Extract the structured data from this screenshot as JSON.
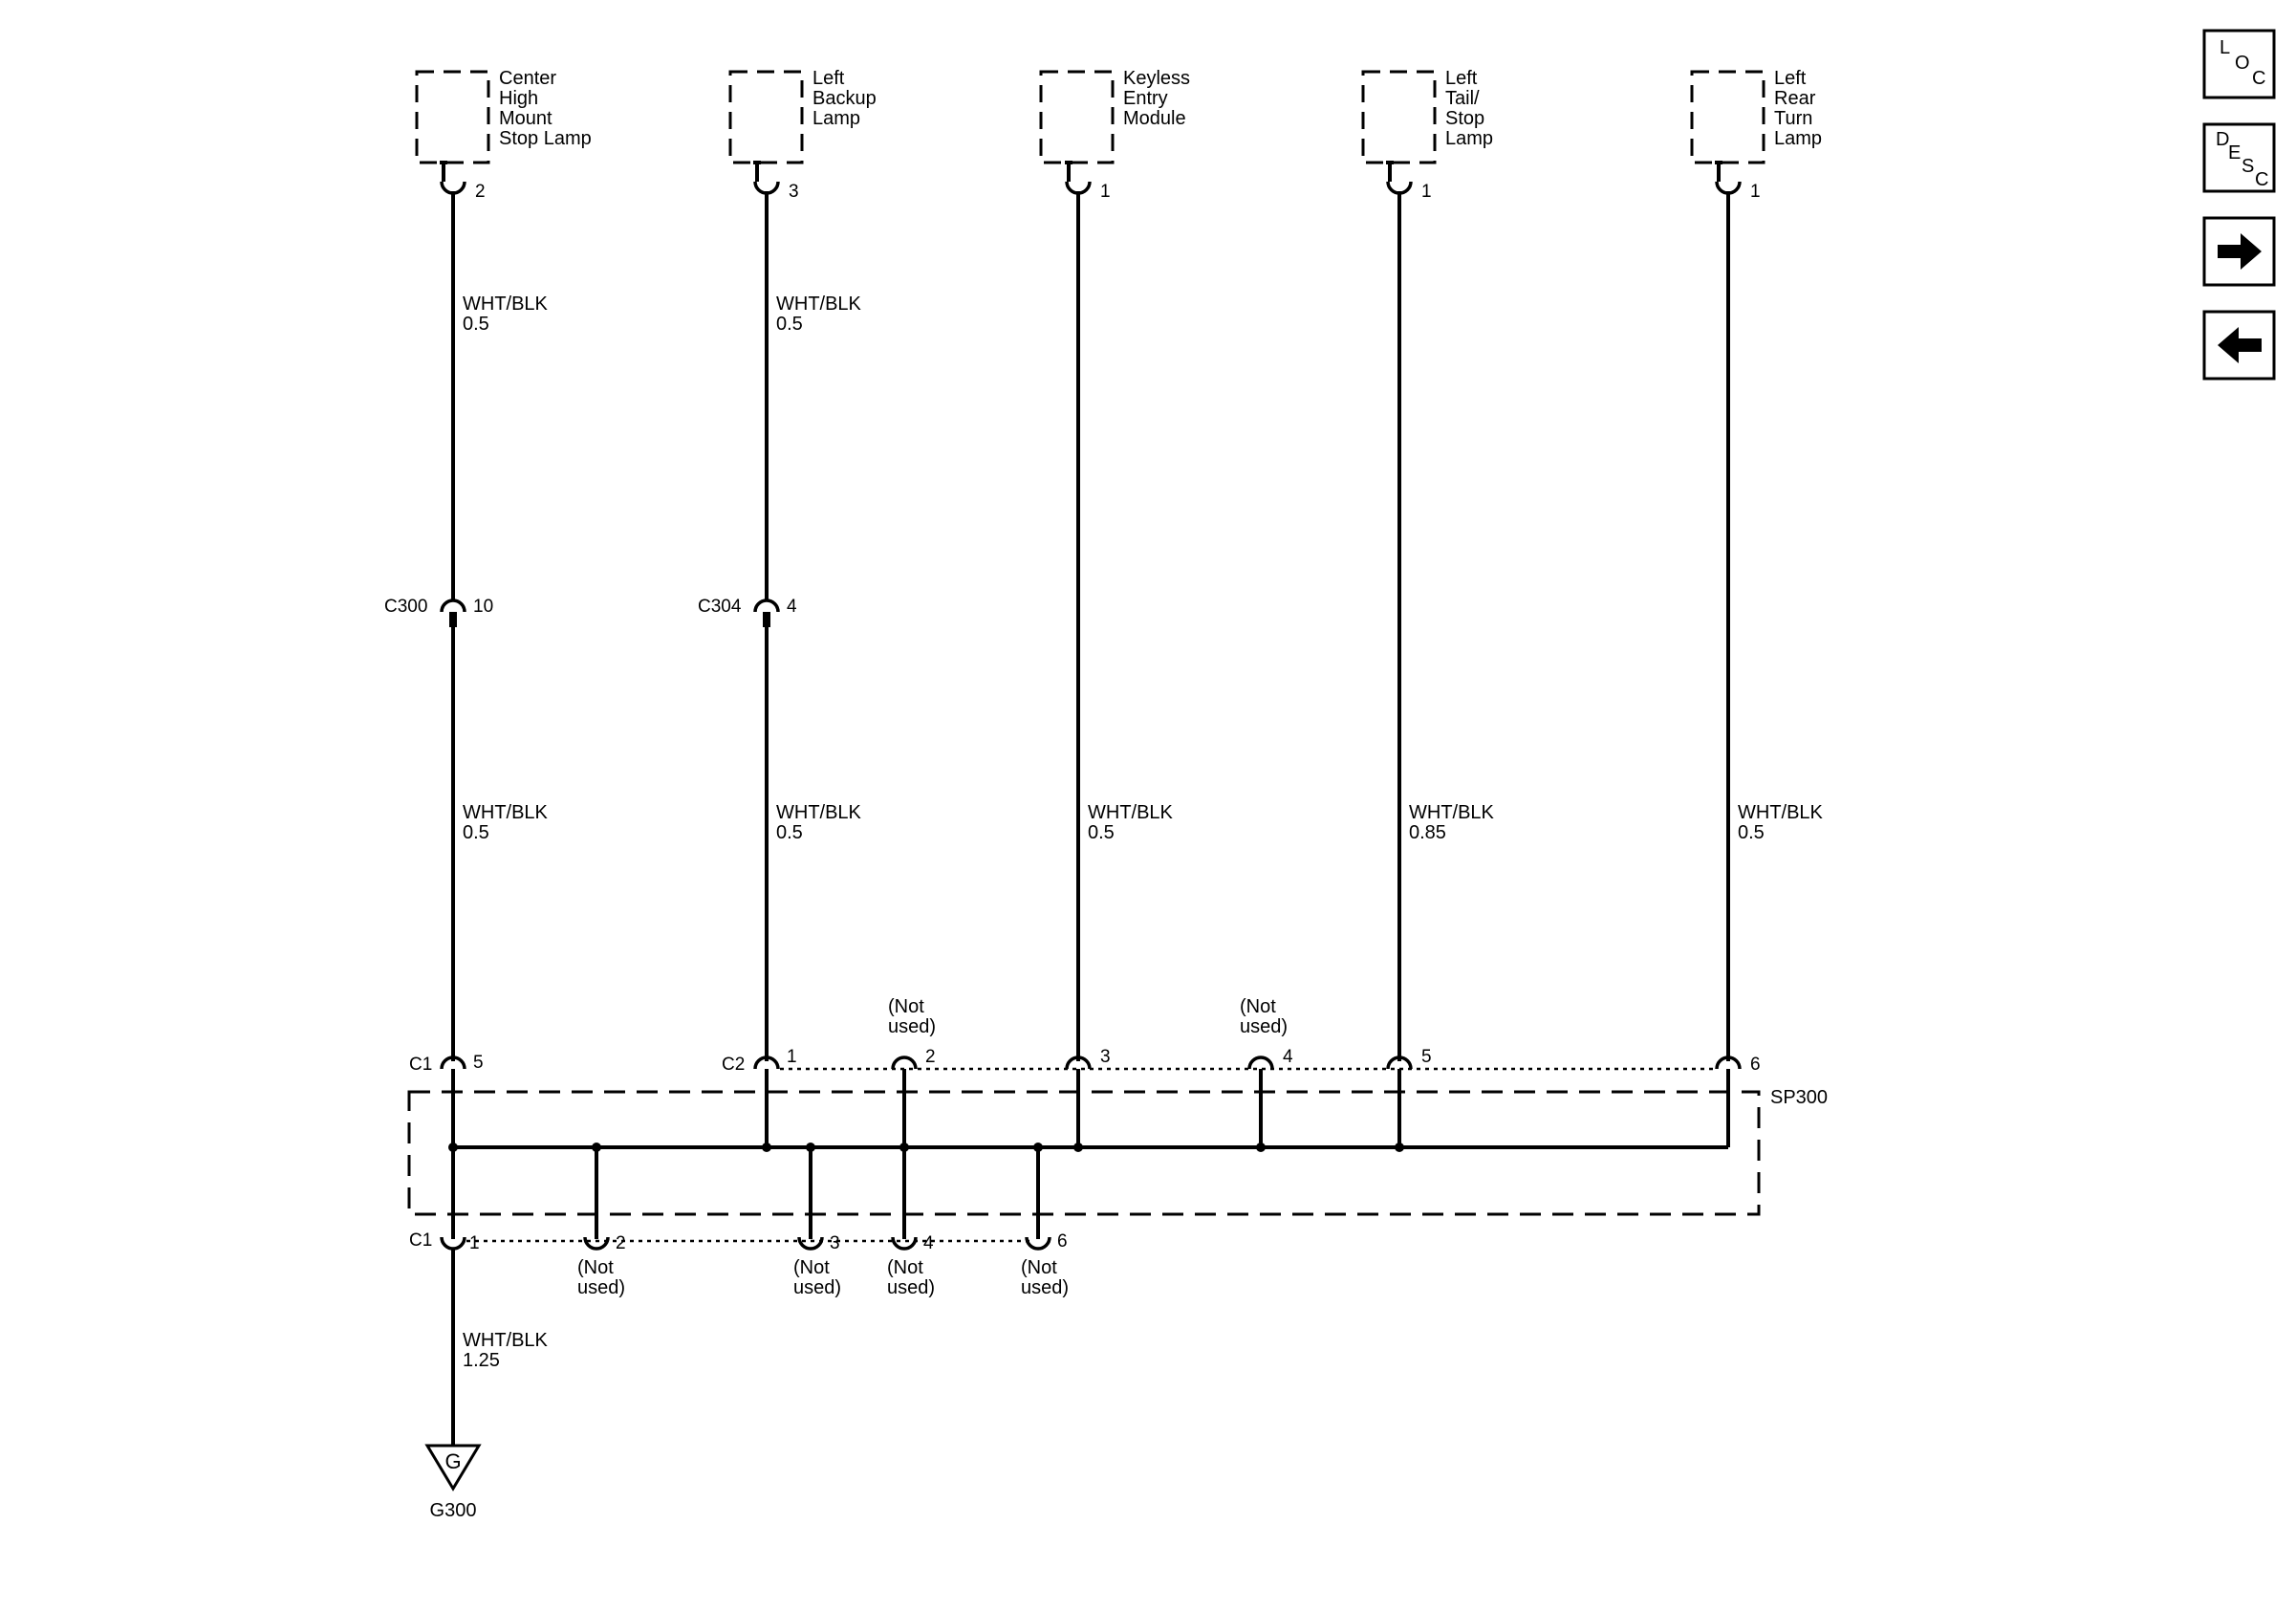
{
  "components": [
    {
      "id": "chmsl",
      "lines": [
        "Center",
        "High",
        "Mount",
        "Stop Lamp"
      ],
      "pin": "2"
    },
    {
      "id": "left-backup",
      "lines": [
        "Left",
        "Backup",
        "Lamp"
      ],
      "pin": "3"
    },
    {
      "id": "keyless-entry",
      "lines": [
        "Keyless",
        "Entry",
        "Module"
      ],
      "pin": "1"
    },
    {
      "id": "left-tail-stop",
      "lines": [
        "Left",
        "Tail/",
        "Stop",
        "Lamp"
      ],
      "pin": "1"
    },
    {
      "id": "left-rear-turn",
      "lines": [
        "Left",
        "Rear",
        "Turn",
        "Lamp"
      ],
      "pin": "1"
    }
  ],
  "wires": {
    "upper": [
      {
        "color": "WHT/BLK",
        "gauge": "0.5"
      },
      {
        "color": "WHT/BLK",
        "gauge": "0.5"
      }
    ],
    "lower": [
      {
        "color": "WHT/BLK",
        "gauge": "0.5"
      },
      {
        "color": "WHT/BLK",
        "gauge": "0.5"
      },
      {
        "color": "WHT/BLK",
        "gauge": "0.5"
      },
      {
        "color": "WHT/BLK",
        "gauge": "0.85"
      },
      {
        "color": "WHT/BLK",
        "gauge": "0.5"
      }
    ],
    "ground": {
      "color": "WHT/BLK",
      "gauge": "1.25"
    }
  },
  "inline_connectors": [
    {
      "name": "C300",
      "pin": "10"
    },
    {
      "name": "C304",
      "pin": "4"
    }
  ],
  "splice": {
    "name": "SP300",
    "top_c1_label": "C1",
    "top_c1_pin": "5",
    "top_c2_label": "C2",
    "top_pins": [
      "1",
      "2",
      "3",
      "4",
      "5",
      "6"
    ],
    "bottom_label": "C1",
    "bottom_pins": [
      "1",
      "2",
      "3",
      "4",
      "6"
    ],
    "not_used_top": [
      [
        "(Not",
        "used)"
      ],
      [
        "(Not",
        "used)"
      ]
    ],
    "not_used_bottom": [
      [
        "(Not",
        "used)"
      ],
      [
        "(Not",
        "used)"
      ],
      [
        "(Not",
        "used)"
      ],
      [
        "(Not",
        "used)"
      ]
    ]
  },
  "ground": {
    "symbol": "G",
    "name": "G300"
  },
  "nav": {
    "loc": [
      "L",
      "O",
      "C"
    ],
    "desc": [
      "D",
      "E",
      "S",
      "C"
    ]
  }
}
